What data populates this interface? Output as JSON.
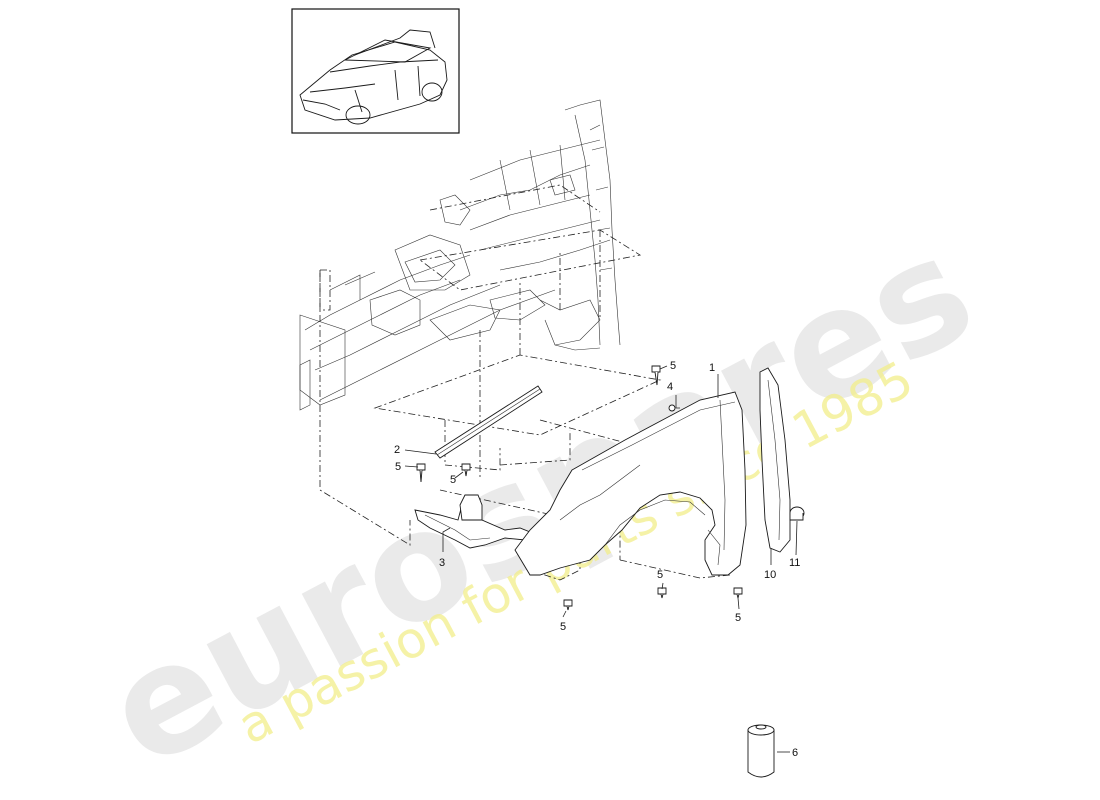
{
  "diagram": {
    "callouts": [
      {
        "id": "c1",
        "text": "1"
      },
      {
        "id": "c2",
        "text": "2"
      },
      {
        "id": "c3",
        "text": "3"
      },
      {
        "id": "c4",
        "text": "4"
      },
      {
        "id": "c5a",
        "text": "5"
      },
      {
        "id": "c5b",
        "text": "5"
      },
      {
        "id": "c5c",
        "text": "5"
      },
      {
        "id": "c5d",
        "text": "5"
      },
      {
        "id": "c5e",
        "text": "5"
      },
      {
        "id": "c5f",
        "text": "5"
      },
      {
        "id": "c6",
        "text": "6"
      },
      {
        "id": "c10",
        "text": "10"
      },
      {
        "id": "c11",
        "text": "11"
      }
    ]
  },
  "watermark": {
    "brand": "eurospares",
    "tagline": "a passion for parts since 1985",
    "color_brand": "#d9d9d9",
    "color_tagline": "#f1ee8a"
  }
}
